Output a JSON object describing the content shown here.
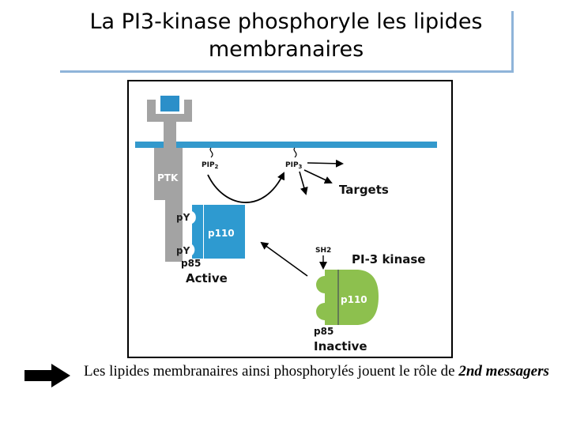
{
  "slide": {
    "title_line1": "La PI3-kinase phosphoryle les lipides",
    "title_line2": "membranaires"
  },
  "diagram": {
    "ptk": "PTK",
    "py_1": "pY",
    "py_2": "pY",
    "p110_active": "p110",
    "p85_active": "p85",
    "active": "Active",
    "pip2": "PIP",
    "pip2_sub": "2",
    "pip3": "PIP",
    "pip3_sub": "3",
    "targets": "Targets",
    "sh2": "SH2",
    "pi3kinase": "PI-3 kinase",
    "p110_inactive": "p110",
    "p85_inactive": "p85",
    "inactive": "Inactive",
    "colors": {
      "membrane": "#3399cc",
      "receptor": "#a3a3a3",
      "ligand": "#2b8fc9",
      "p110_active": "#2e9ad0",
      "inactive_green": "#8dc04e"
    }
  },
  "caption": {
    "text_plain": "Les lipides membranaires ainsi phosphorylés jouent le rôle de ",
    "text_emphasis": "2nd messagers"
  }
}
